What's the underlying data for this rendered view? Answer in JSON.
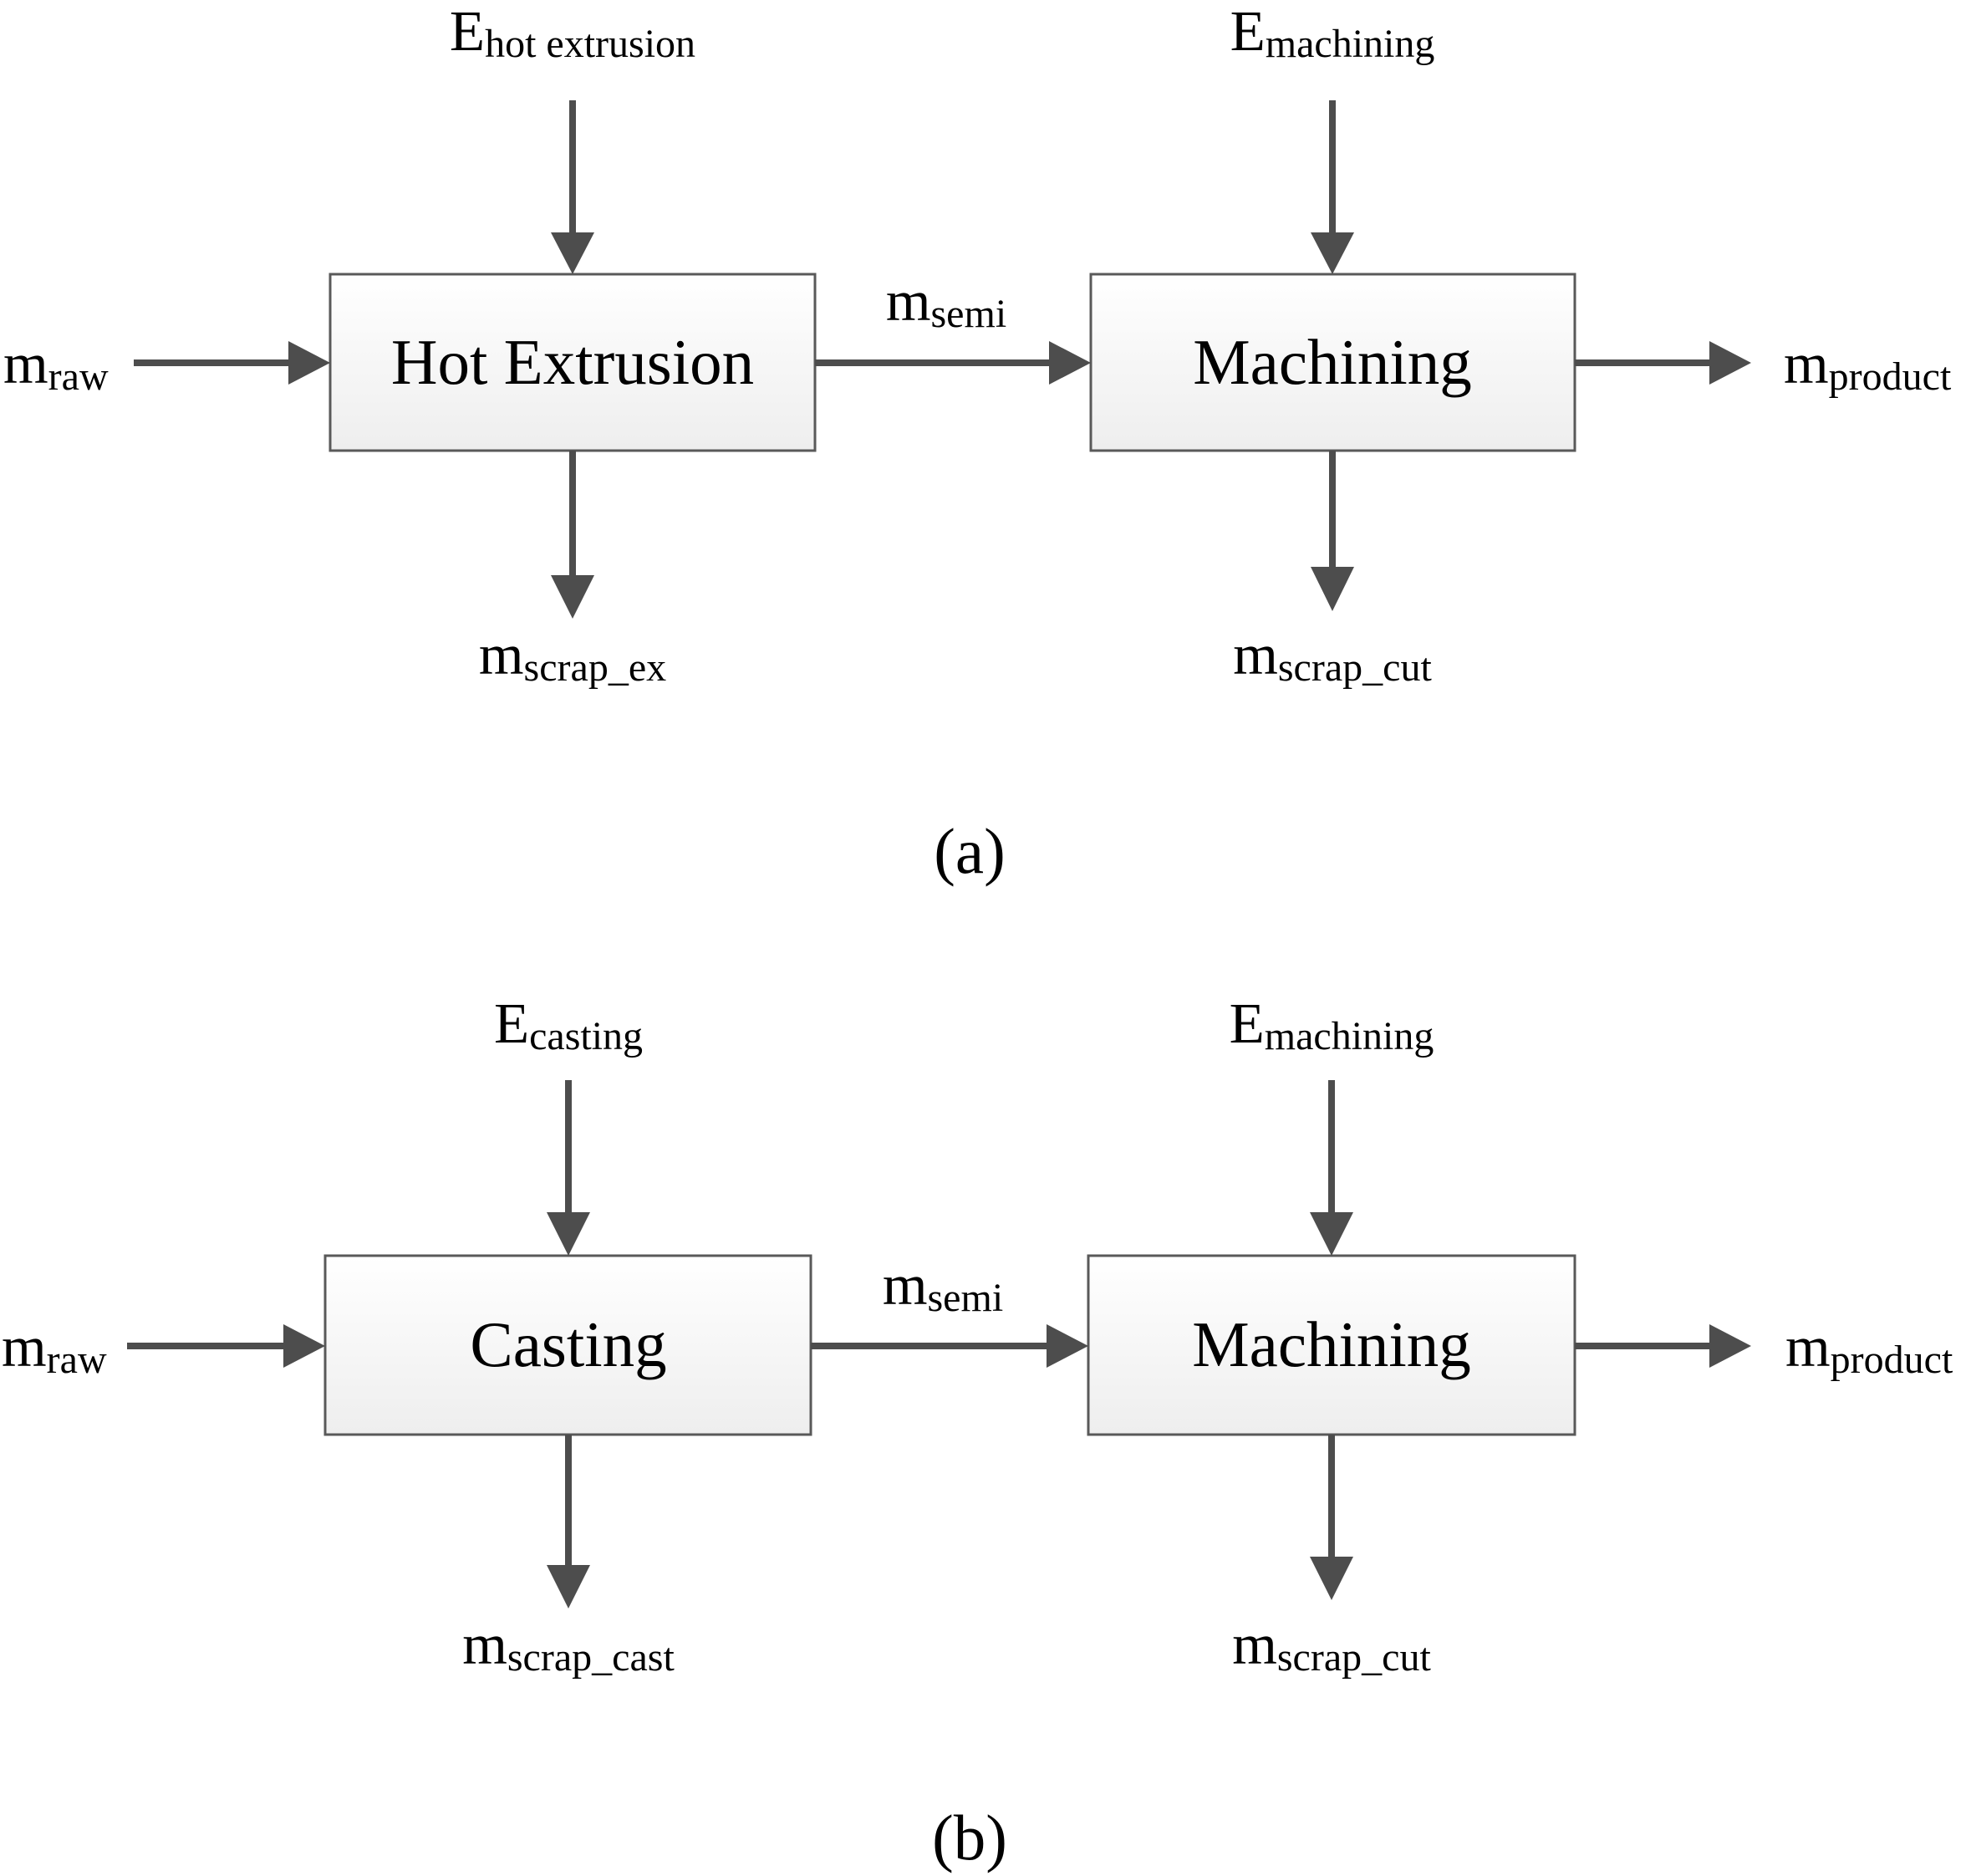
{
  "panel_a": {
    "caption": "(a)",
    "box1": "Hot Extrusion",
    "box2": "Machining",
    "e1": {
      "main": "E",
      "sub": "hot extrusion"
    },
    "e2": {
      "main": "E",
      "sub": "machining"
    },
    "in": {
      "main": "m",
      "sub": "raw"
    },
    "mid": {
      "main": "m",
      "sub": "semi"
    },
    "out": {
      "main": "m",
      "sub": "product"
    },
    "scrap1": {
      "main": "m",
      "sub": "scrap_ex"
    },
    "scrap2": {
      "main": "m",
      "sub": "scrap_cut"
    }
  },
  "panel_b": {
    "caption": "(b)",
    "box1": "Casting",
    "box2": "Machining",
    "e1": {
      "main": "E",
      "sub": "casting"
    },
    "e2": {
      "main": "E",
      "sub": "machining"
    },
    "in": {
      "main": "m",
      "sub": "raw"
    },
    "mid": {
      "main": "m",
      "sub": "semi"
    },
    "out": {
      "main": "m",
      "sub": "product"
    },
    "scrap1": {
      "main": "m",
      "sub": "scrap_cast"
    },
    "scrap2": {
      "main": "m",
      "sub": "scrap_cut"
    }
  },
  "colors": {
    "arrow": "#4d4d4d",
    "box_border": "#595959",
    "box_fill_top": "#ffffff",
    "box_fill_bottom": "#eeeeee"
  }
}
